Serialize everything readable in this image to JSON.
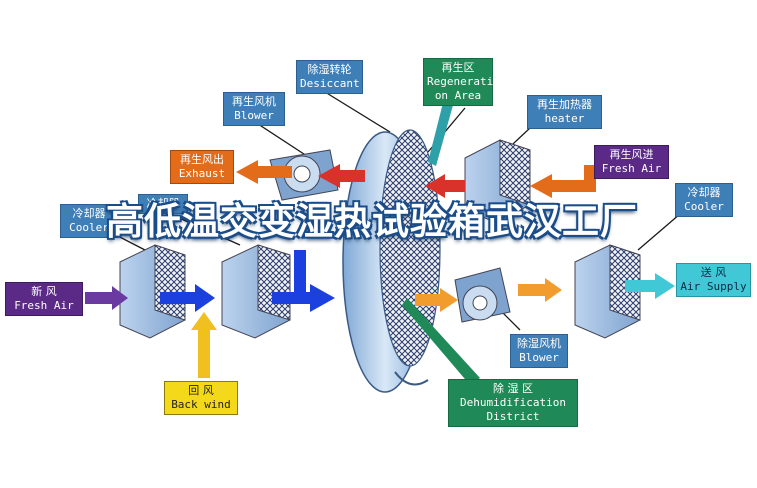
{
  "labels": {
    "desiccant": {
      "zh": "除湿转轮",
      "en": "Desiccant"
    },
    "regen_area": {
      "zh": "再生区",
      "en": "Regenerati on Area"
    },
    "regen_blower": {
      "zh": "再生风机",
      "en": "Blower"
    },
    "regen_heater": {
      "zh": "再生加热器",
      "en": "heater"
    },
    "exhaust": {
      "zh": "再生风出",
      "en": "Exhaust"
    },
    "regen_fresh_air": {
      "zh": "再生风进",
      "en": "Fresh Air"
    },
    "cooler_left": {
      "zh": "冷却器",
      "en": "Cooler"
    },
    "cooler_mid": {
      "zh": "冷却器",
      "en": ""
    },
    "cooler_right": {
      "zh": "冷却器",
      "en": "Cooler"
    },
    "fresh_air": {
      "zh": "新  风",
      "en": "Fresh Air"
    },
    "air_supply": {
      "zh": "送  风",
      "en": "Air Supply"
    },
    "back_wind": {
      "zh": "回  风",
      "en": "Back wind"
    },
    "dehum_blower": {
      "zh": "除湿风机",
      "en": "Blower"
    },
    "dehum_district": {
      "zh": "除  湿  区",
      "en": "Dehumidification District"
    }
  },
  "banner": "高低温交变湿热试验箱武汉工厂",
  "colors": {
    "arrow_red": "#d9322b",
    "arrow_orange": "#e36c1a",
    "arrow_blue": "#1c3fe0",
    "arrow_yellow": "#f0c020",
    "arrow_purple": "#6a3aa0",
    "arrow_cyan": "#41c8d6"
  }
}
